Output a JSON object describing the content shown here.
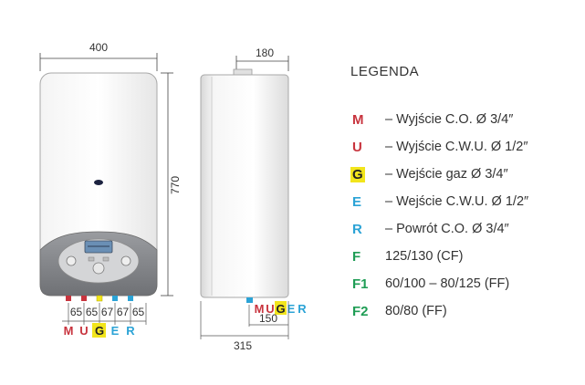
{
  "dimensions": {
    "front_width": "400",
    "height": "770",
    "side_top_offset": "180",
    "side_depth": "315",
    "side_bottom_offset": "150",
    "spacing": [
      "65",
      "65",
      "67",
      "67",
      "65"
    ]
  },
  "connectors": {
    "front": [
      "M",
      "U",
      "G",
      "E",
      "R"
    ],
    "side": [
      "M",
      "U",
      "G",
      "E",
      "R"
    ]
  },
  "legend": {
    "title": "LEGENDA",
    "items": [
      {
        "key": "M",
        "desc": "– Wyjście C.O. Ø 3/4″",
        "color": "#c8343e"
      },
      {
        "key": "U",
        "desc": "– Wyjście C.W.U. Ø 1/2″",
        "color": "#c8343e"
      },
      {
        "key": "G",
        "desc": "– Wejście gaz Ø 3/4″",
        "color": "#222222",
        "highlight": "#f2e51c"
      },
      {
        "key": "E",
        "desc": "– Wejście C.W.U. Ø 1/2″",
        "color": "#2ba3d6"
      },
      {
        "key": "R",
        "desc": "– Powrót C.O. Ø 3/4″",
        "color": "#2ba3d6"
      },
      {
        "key": "F",
        "desc": "125/130 (CF)",
        "color": "#1f9d55"
      },
      {
        "key": "F1",
        "desc": "60/100 – 80/125 (FF)",
        "color": "#1f9d55"
      },
      {
        "key": "F2",
        "desc": "80/80 (FF)",
        "color": "#1f9d55"
      }
    ]
  },
  "colors": {
    "red": "#c8343e",
    "blue": "#2ba3d6",
    "yellow": "#f2e51c",
    "green": "#1f9d55",
    "panel_gray": "#8a8c90"
  }
}
